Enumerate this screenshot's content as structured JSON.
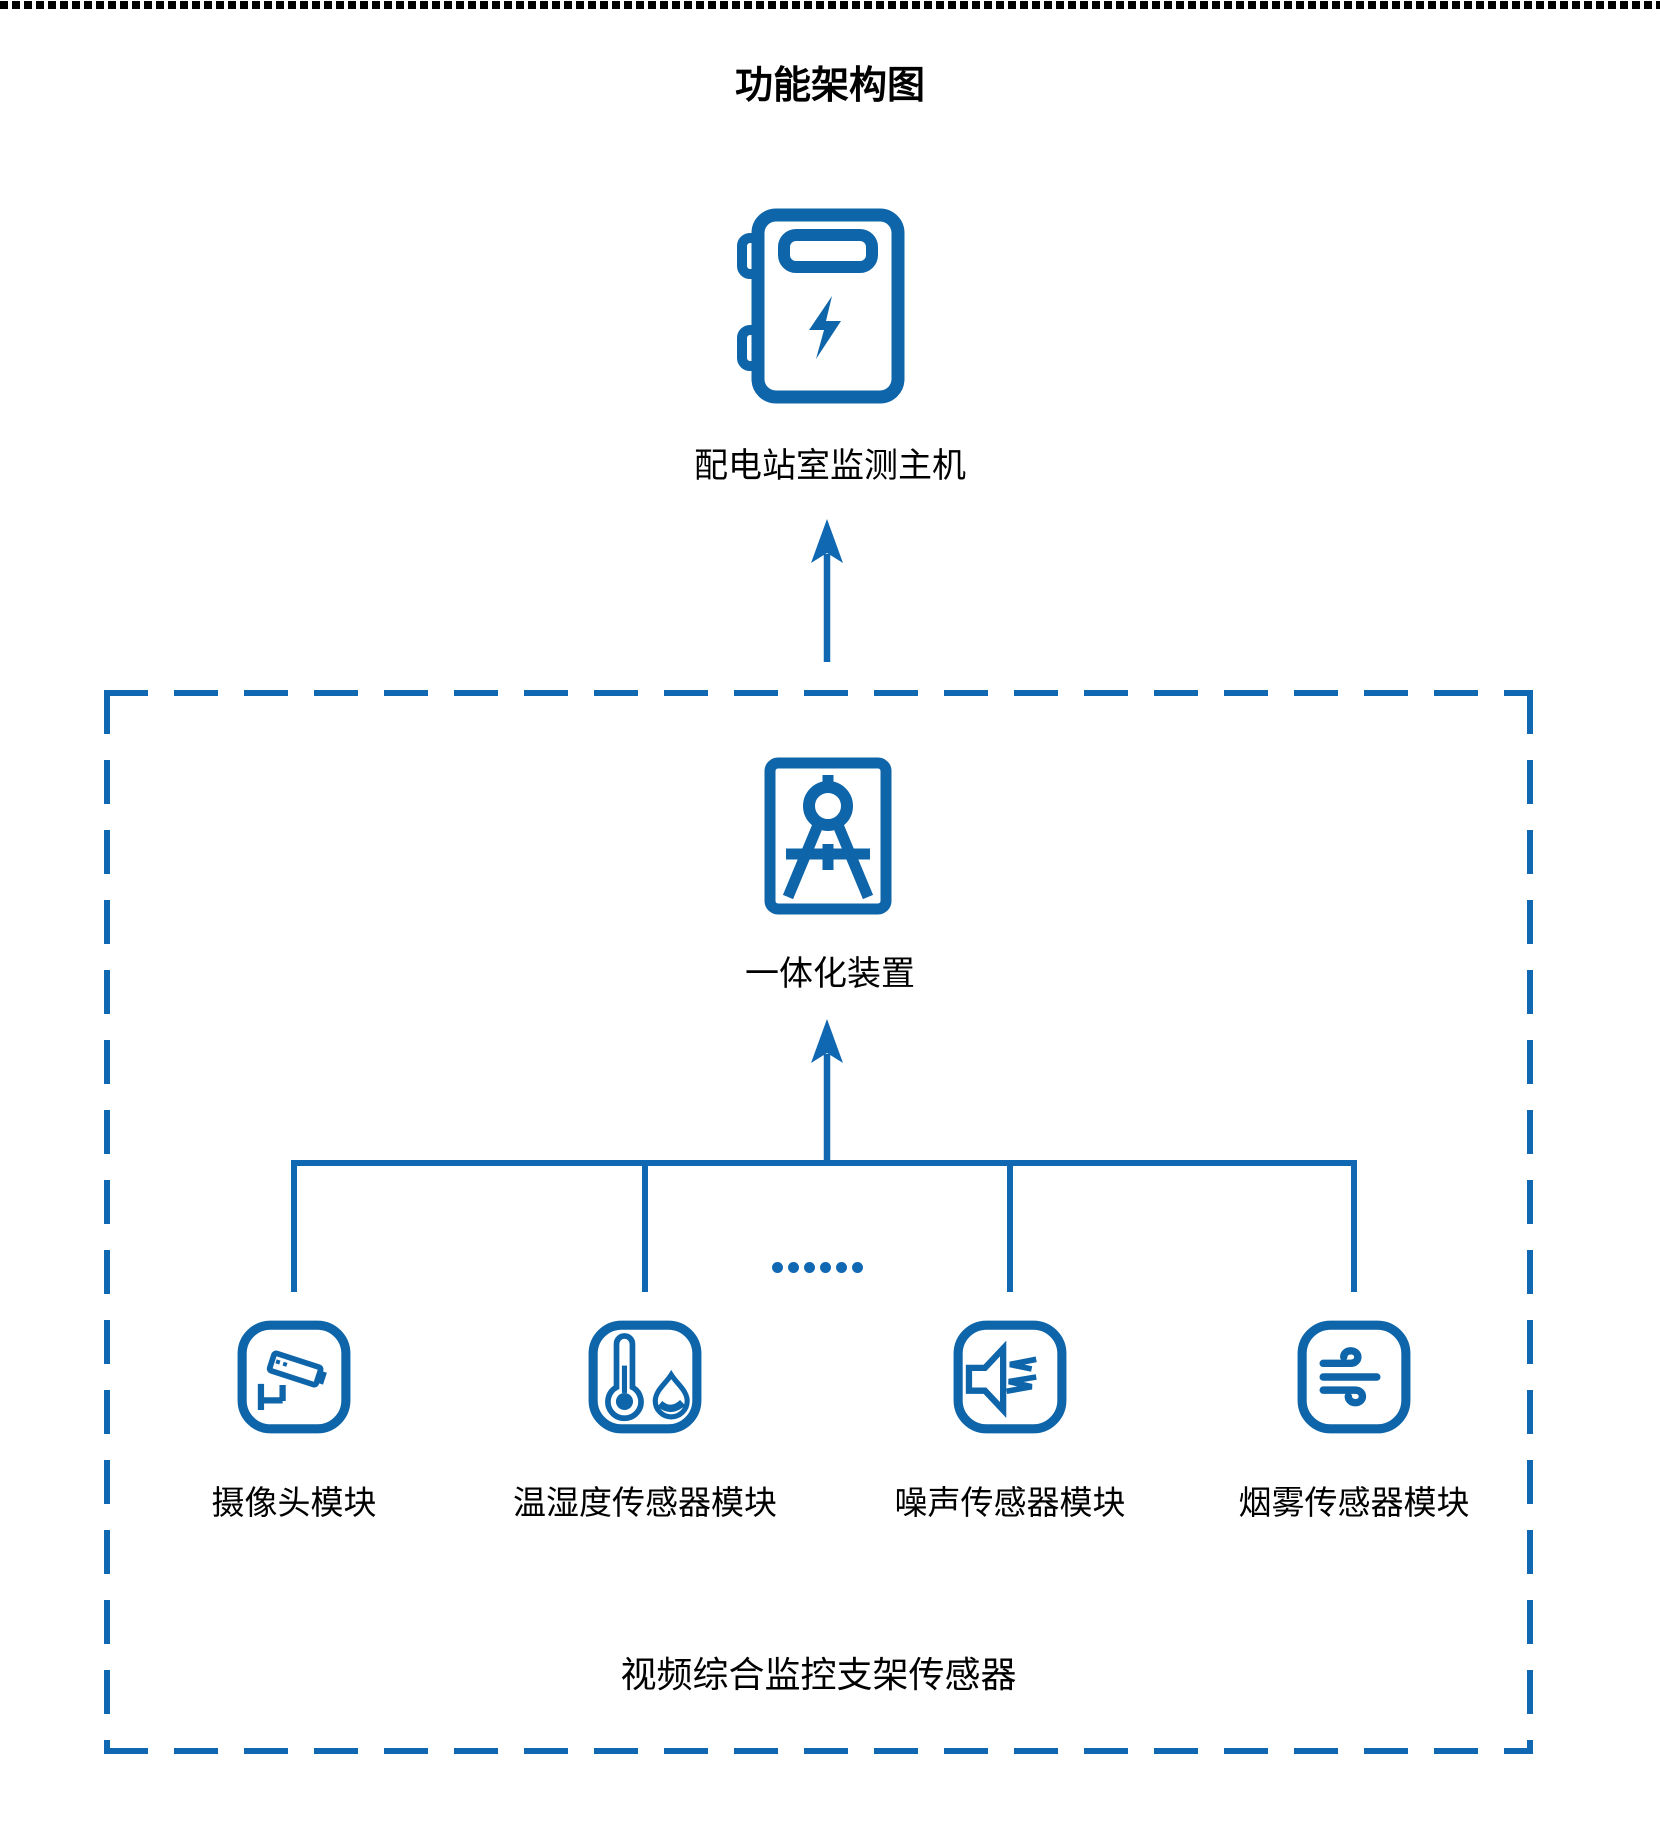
{
  "title": "功能架构图",
  "colors": {
    "accent_line": "#1068B2",
    "icon_stroke": "#0E65A9",
    "text": "#000000",
    "background": "#ffffff",
    "page_border_dotted": "#000000"
  },
  "host": {
    "label": "配电站室监测主机",
    "icon": "power-distribution-cabinet-icon"
  },
  "integrated_device": {
    "label": "一体化装置",
    "icon": "drafting-compass-icon"
  },
  "sensor_group": {
    "label": "视频综合监控支架传感器",
    "ellipsis": "......",
    "modules": [
      {
        "label": "摄像头模块",
        "icon": "cctv-camera-icon"
      },
      {
        "label": "温湿度传感器模块",
        "icon": "thermometer-humidity-icon"
      },
      {
        "label": "噪声传感器模块",
        "icon": "noise-speaker-icon"
      },
      {
        "label": "烟雾传感器模块",
        "icon": "smoke-wind-icon"
      }
    ]
  }
}
